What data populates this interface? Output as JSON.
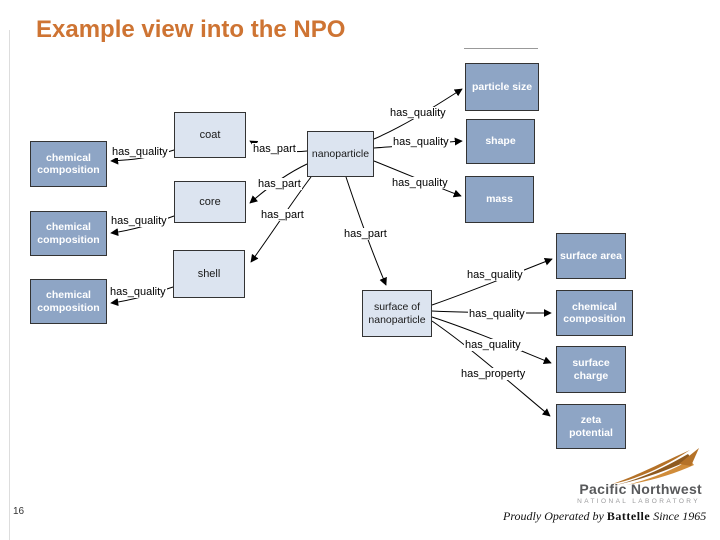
{
  "slide": {
    "title": "Example view into the NPO",
    "page_number": "16"
  },
  "footer": {
    "org_name": "Pacific Northwest",
    "org_subtitle": "NATIONAL LABORATORY",
    "tagline_prefix": "Proudly Operated by ",
    "tagline_brand": "Battelle",
    "tagline_suffix": " Since 1965"
  },
  "colors": {
    "title_orange": "#CE7433",
    "class_node_fill": "#8EA5C5",
    "instance_node_fill": "#DCE4F0",
    "node_border": "#333333",
    "swoosh_orange": "#b57228"
  },
  "diagram": {
    "nodes": [
      {
        "id": "chemical-composition-1",
        "label": "chemical composition",
        "kind": "class"
      },
      {
        "id": "chemical-composition-2",
        "label": "chemical composition",
        "kind": "class"
      },
      {
        "id": "chemical-composition-3",
        "label": "chemical composition",
        "kind": "class"
      },
      {
        "id": "coat",
        "label": "coat",
        "kind": "instance"
      },
      {
        "id": "core",
        "label": "core",
        "kind": "instance"
      },
      {
        "id": "shell",
        "label": "shell",
        "kind": "instance"
      },
      {
        "id": "nanoparticle",
        "label": "nanoparticle",
        "kind": "instance"
      },
      {
        "id": "particle-size",
        "label": "particle size",
        "kind": "class"
      },
      {
        "id": "shape",
        "label": "shape",
        "kind": "class"
      },
      {
        "id": "mass",
        "label": "mass",
        "kind": "class"
      },
      {
        "id": "surface-of-nanoparticle",
        "label": "surface of nanoparticle",
        "kind": "instance"
      },
      {
        "id": "surface-area",
        "label": "surface area",
        "kind": "class"
      },
      {
        "id": "chemical-composition-4",
        "label": "chemical composition",
        "kind": "class"
      },
      {
        "id": "surface-charge",
        "label": "surface charge",
        "kind": "class"
      },
      {
        "id": "zeta-potential",
        "label": "zeta potential",
        "kind": "class"
      }
    ],
    "edge_labels": [
      {
        "id": "coat-chem",
        "label": "has_quality"
      },
      {
        "id": "core-chem",
        "label": "has_quality"
      },
      {
        "id": "shell-chem",
        "label": "has_quality"
      },
      {
        "id": "nano-coat",
        "label": "has_part"
      },
      {
        "id": "nano-core",
        "label": "has_part"
      },
      {
        "id": "nano-shell",
        "label": "has_part"
      },
      {
        "id": "nano-particle-size",
        "label": "has_quality"
      },
      {
        "id": "nano-shape",
        "label": "has_quality"
      },
      {
        "id": "nano-mass",
        "label": "has_quality"
      },
      {
        "id": "nano-surface",
        "label": "has_part"
      },
      {
        "id": "surface-area-edge",
        "label": "has_quality"
      },
      {
        "id": "surface-chem-edge",
        "label": "has_quality"
      },
      {
        "id": "surface-charge-edge",
        "label": "has_quality"
      },
      {
        "id": "surface-zeta-edge",
        "label": "has_property"
      }
    ]
  }
}
